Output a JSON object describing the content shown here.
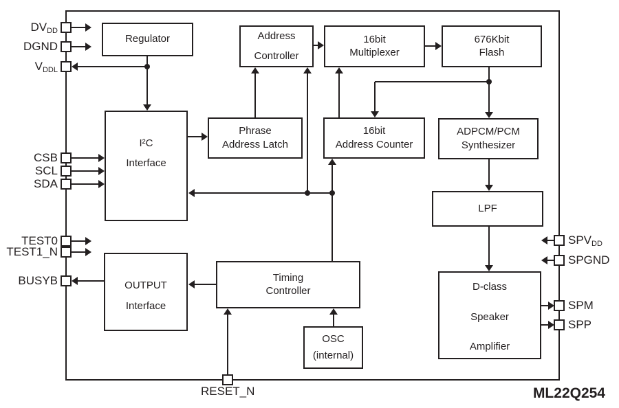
{
  "diagram": {
    "part_number": "ML22Q254",
    "colors": {
      "line": "#231f20",
      "background": "#ffffff"
    }
  },
  "blocks": {
    "regulator": {
      "lines": [
        "Regulator"
      ]
    },
    "address_controller": {
      "lines": [
        "Address",
        "Controller"
      ]
    },
    "multiplexer": {
      "lines": [
        "16bit",
        "Multiplexer"
      ]
    },
    "flash": {
      "lines": [
        "676Kbit",
        "Flash"
      ]
    },
    "i2c_interface": {
      "lines": [
        "I²C",
        "Interface"
      ]
    },
    "phrase_address_latch": {
      "lines": [
        "Phrase",
        "Address Latch"
      ]
    },
    "address_counter": {
      "lines": [
        "16bit",
        "Address Counter"
      ]
    },
    "adpcm_synthesizer": {
      "lines": [
        "ADPCM/PCM",
        "Synthesizer"
      ]
    },
    "lpf": {
      "lines": [
        "LPF"
      ]
    },
    "timing_controller": {
      "lines": [
        "Timing",
        "Controller"
      ]
    },
    "output_interface": {
      "lines": [
        "OUTPUT",
        "Interface"
      ]
    },
    "osc": {
      "lines": [
        "OSC",
        "(internal)"
      ]
    },
    "dclass_amplifier": {
      "lines": [
        "D-class",
        "Speaker",
        "Amplifier"
      ]
    }
  },
  "pins": {
    "dvdd": {
      "base": "DV",
      "sub": "DD"
    },
    "dgnd": "DGND",
    "vddl": {
      "base": "V",
      "sub": "DDL"
    },
    "csb": "CSB",
    "scl": "SCL",
    "sda": "SDA",
    "test0": "TEST0",
    "test1_n": "TEST1_N",
    "busyb": "BUSYB",
    "reset_n": "RESET_N",
    "spvdd": {
      "base": "SPV",
      "sub": "DD"
    },
    "spgnd": "SPGND",
    "spm": "SPM",
    "spp": "SPP"
  }
}
